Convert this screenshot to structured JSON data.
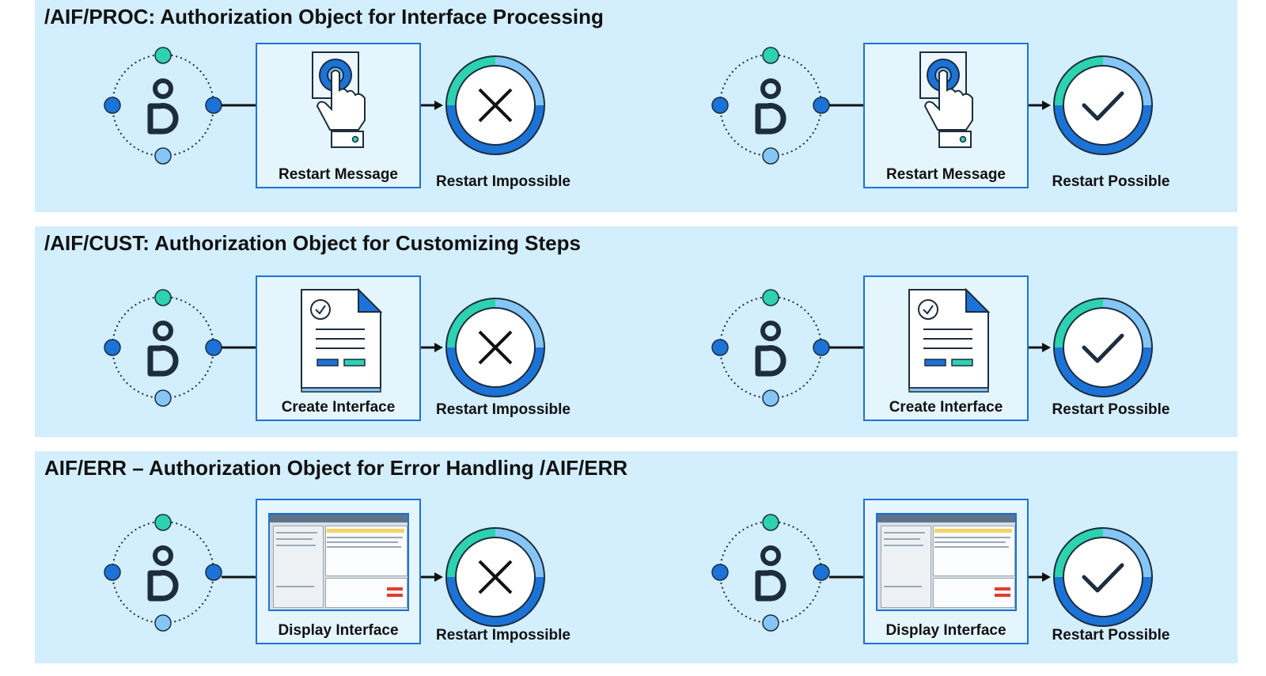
{
  "sections": [
    {
      "title": "/AIF/PROC: Authorization Object for Interface Processing",
      "icon": "hand-pressing-button-icon",
      "flows": [
        {
          "action_label": "Restart Message",
          "result_label": "Restart Impossible",
          "result_icon": "cross-icon"
        },
        {
          "action_label": "Restart Message",
          "result_label": "Restart Possible",
          "result_icon": "check-icon"
        }
      ]
    },
    {
      "title": "/AIF/CUST: Authorization Object for Customizing Steps",
      "icon": "document-icon",
      "flows": [
        {
          "action_label": "Create Interface",
          "result_label": "Restart Impossible",
          "result_icon": "cross-icon"
        },
        {
          "action_label": "Create Interface",
          "result_label": "Restart Possible",
          "result_icon": "check-icon"
        }
      ]
    },
    {
      "title": "AIF/ERR – Authorization Object for Error Handling /AIF/ERR",
      "icon": "screen-thumbnail-icon",
      "flows": [
        {
          "action_label": "Display Interface",
          "result_label": "Restart Impossible",
          "result_icon": "cross-icon"
        },
        {
          "action_label": "Display Interface",
          "result_label": "Restart Possible",
          "result_icon": "check-icon"
        }
      ]
    }
  ],
  "colors": {
    "band": "#d3eefd",
    "box_fill": "#e5f5fe",
    "box_border": "#1b73d8",
    "teal": "#2dd2b0",
    "blue": "#1b73d8",
    "light_blue": "#85c6f6",
    "dark": "#1d2d3e"
  }
}
